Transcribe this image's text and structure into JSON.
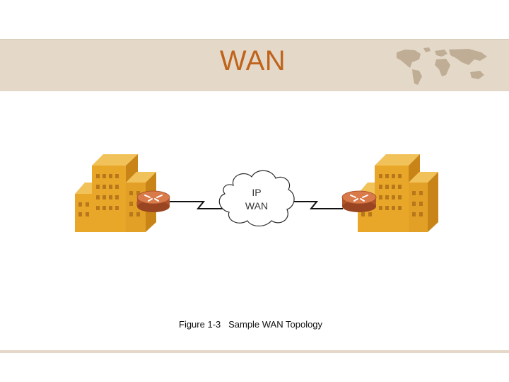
{
  "slide": {
    "title": "WAN"
  },
  "diagram": {
    "cloud": {
      "line1": "IP",
      "line2": "WAN"
    },
    "caption": "Figure 1-3   Sample WAN Topology",
    "colors": {
      "building_front": "#e9a72a",
      "building_side": "#c98418",
      "building_top": "#f2c25a",
      "window": "#b8771a",
      "router": "#b2552a",
      "router_top": "#d97a4a",
      "link": "#111111"
    }
  }
}
